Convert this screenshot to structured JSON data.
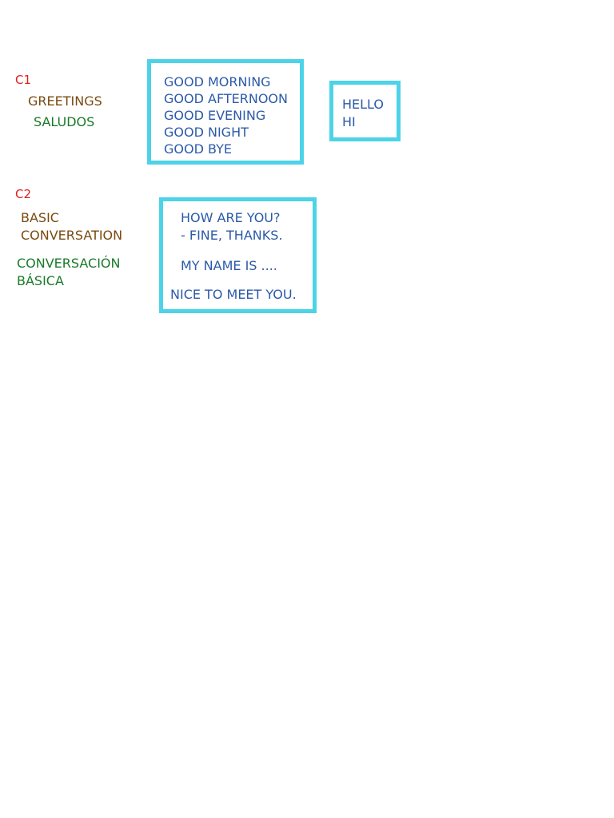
{
  "sections": [
    {
      "code": "C1",
      "english": [
        "GREETINGS"
      ],
      "spanish": [
        "SALUDOS"
      ],
      "formal_phrases": [
        "GOOD MORNING",
        "GOOD AFTERNOON",
        "GOOD EVENING",
        "GOOD NIGHT",
        "GOOD BYE"
      ],
      "informal_phrases": [
        "HELLO",
        "HI"
      ]
    },
    {
      "code": "C2",
      "english": [
        "BASIC",
        "CONVERSATION"
      ],
      "spanish": [
        "CONVERSACIÓN",
        "BÁSICA"
      ],
      "question": "HOW ARE YOU?",
      "answer": "- FINE, THANKS.",
      "name_phrase": "MY NAME IS ....",
      "meet_phrase": "NICE TO MEET YOU."
    }
  ],
  "colors": {
    "code": "#e02020",
    "english": "#7a4a10",
    "spanish": "#1a7a28",
    "phrase": "#2c5aa8",
    "box_border": "#4dd3e8"
  }
}
